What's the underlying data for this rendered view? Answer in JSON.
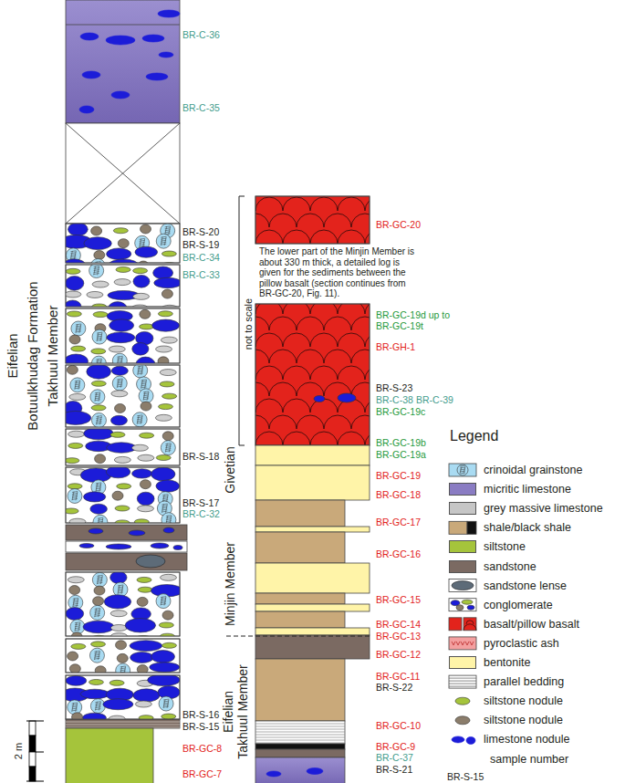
{
  "diagram": {
    "labels": [
      "Eifelian",
      "Botuulkhudag Formation",
      "Takhuul Member",
      "BR-C-36",
      "BR-C-35",
      "BR-S-20",
      "BR-S-19",
      "BR-C-34",
      "BR-C-33",
      "BR-S-18",
      "BR-S-17",
      "BR-C-32",
      "BR-S-16",
      "BR-S-15",
      "BR-GC-8",
      "BR-GC-7",
      "2 m",
      "BR-GC-20",
      "The lower part of the Minjin Member is about 330 m thick, a detailed log is given for the sediments between the pillow basalt (section continues from BR-GC-20, Fig. 11).",
      "not to scale",
      "BR-GC-19d up to BR-GC-19t",
      "BR-GH-1",
      "BR-S-23",
      "BR-C-38",
      "BR-C-39",
      "BR-GC-19c",
      "BR-GC-19b",
      "BR-GC-19a",
      "BR-GC-19",
      "BR-GC-18",
      "BR-GC-17",
      "BR-GC-16",
      "BR-GC-15",
      "BR-GC-14",
      "BR-GC-13",
      "BR-GC-12",
      "BR-GC-11",
      "BR-S-22",
      "BR-GC-10",
      "BR-GC-9",
      "BR-C-37",
      "BR-S-21",
      "Givetian",
      "Minjin Member",
      "Eifelian",
      "Takhuul Member",
      "Legend",
      "BR-S-15"
    ],
    "legend": [
      {
        "text": "crinoidal grainstone"
      },
      {
        "text": "micritic limestone",
        "color": "#8a7cc3"
      },
      {
        "text": "grey massive limestone",
        "color": "#c6c6c6"
      },
      {
        "text": "shale/black shale"
      },
      {
        "text": "siltstone",
        "color": "#a5c43b"
      },
      {
        "text": "sandstone",
        "color": "#7b6a62"
      },
      {
        "text": "sandstone lense"
      },
      {
        "text": "conglomerate"
      },
      {
        "text": "basalt/pillow basalt"
      },
      {
        "text": "pyroclastic ash"
      },
      {
        "text": "bentonite",
        "color": "#fff4a8"
      },
      {
        "text": "parallel bedding"
      },
      {
        "text": "siltstone nodule"
      },
      {
        "text": "siltstone nodule"
      },
      {
        "text": "limestone nodule"
      },
      {
        "text": "sample number"
      }
    ]
  }
}
